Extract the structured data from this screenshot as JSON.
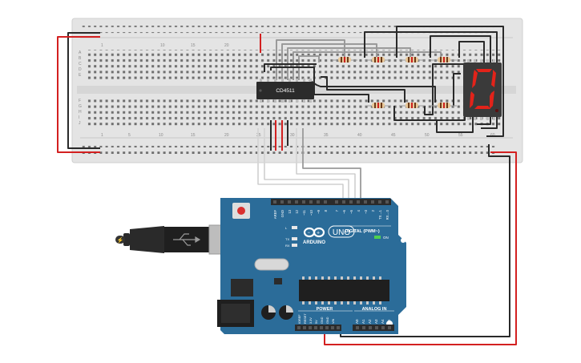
{
  "breadboard": {
    "row_letters_top": [
      "A",
      "B",
      "C",
      "D",
      "E"
    ],
    "row_letters_bottom": [
      "F",
      "G",
      "H",
      "I",
      "J"
    ],
    "column_numbers_top": [
      "1",
      "10",
      "15",
      "20"
    ],
    "column_numbers_bottom": [
      "1",
      "5",
      "10",
      "15",
      "20",
      "25",
      "30",
      "35",
      "40",
      "45",
      "50",
      "55",
      "60"
    ]
  },
  "chip": {
    "label": "CD4511"
  },
  "seven_segment": {
    "digit": "0",
    "segment_color": "#e2231a"
  },
  "arduino": {
    "brand": "ARDUINO",
    "model": "UNO",
    "on_label": "ON",
    "digital_label": "DIGITAL (PWM~)",
    "power_label": "POWER",
    "analog_label": "ANALOG IN",
    "led_l": "L",
    "led_tx": "TX",
    "led_rx": "RX",
    "top_pins": [
      "AREF",
      "GND",
      "13",
      "12",
      "~11",
      "~10",
      "~9",
      "8",
      "7",
      "~6",
      "~5",
      "4",
      "~3",
      "2",
      "TX→1",
      "RX←0"
    ],
    "power_pins": [
      "IOREF",
      "RESET",
      "3.3V",
      "5V",
      "GND",
      "GND",
      "VIN"
    ],
    "analog_pins": [
      "A0",
      "A1",
      "A2",
      "A3",
      "A4",
      "A5"
    ],
    "board_color": "#2b6c99"
  },
  "wire_colors": {
    "red": "#d32020",
    "black": "#2a2a2a",
    "gray": "#9a9a9a",
    "white": "#e8e8e8"
  }
}
